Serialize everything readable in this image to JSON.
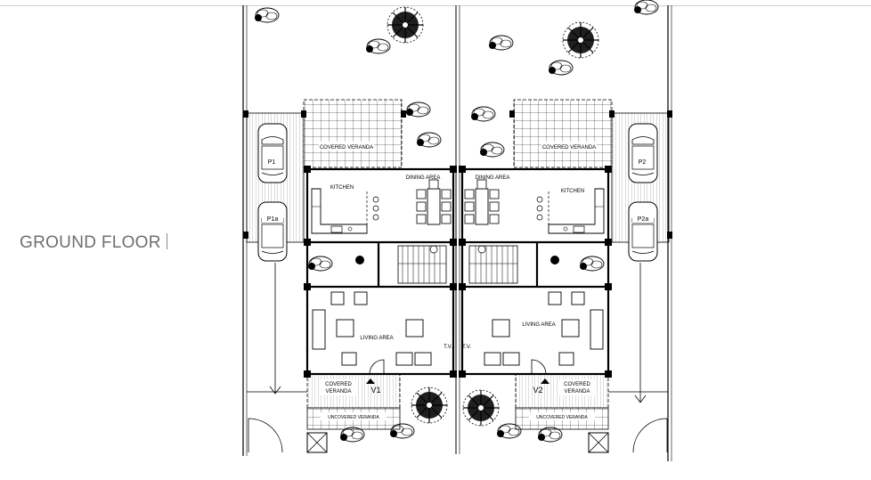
{
  "heading": "GROUND FLOOR",
  "colors": {
    "ink": "#000000",
    "heading": "#6e6e6e",
    "rule": "#cfcfcf"
  },
  "plan": {
    "unit1": {
      "covered_veranda_top": "COVERED VERANDA",
      "dining": "DINING AREA",
      "kitchen": "KITCHEN",
      "living": "LIVING AREA",
      "tv": "T.V.",
      "covered_veranda_bottom": [
        "COVERED",
        "VERANDA"
      ],
      "uncovered_veranda": "UNCOVERED VERANDA",
      "parking_a": "P1",
      "parking_b": "P1a",
      "tag": "V1"
    },
    "unit2": {
      "covered_veranda_top": "COVERED VERANDA",
      "dining": "DINING AREA",
      "kitchen": "KITCHEN",
      "living": "LIVING AREA",
      "tv": "T.V.",
      "covered_veranda_bottom": [
        "COVERED",
        "VERANDA"
      ],
      "uncovered_veranda": "UNCOVERED VERANDA",
      "parking_a": "P2",
      "parking_b": "P2a",
      "tag": "V2"
    }
  }
}
